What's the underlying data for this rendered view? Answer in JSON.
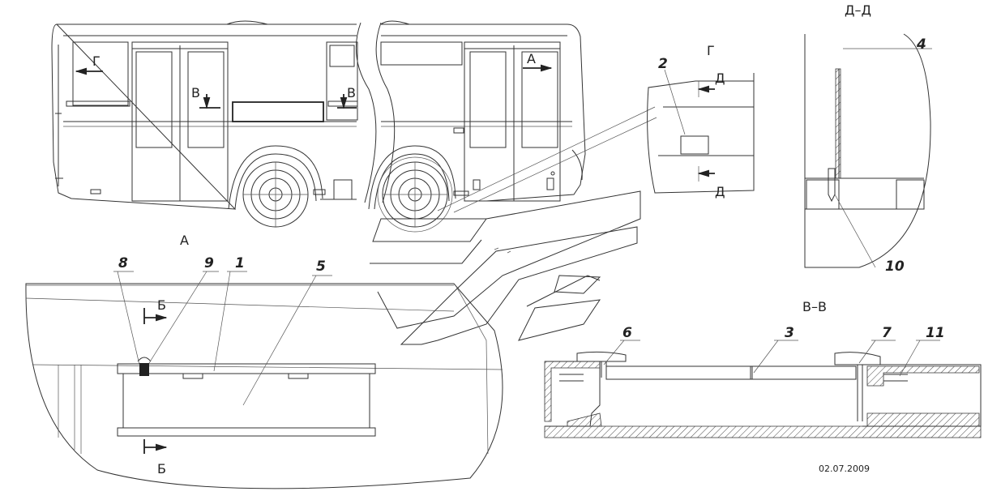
{
  "views": {
    "title_A": "А",
    "title_G": "Г",
    "title_DD": "Д–Д",
    "title_VV": "В–В"
  },
  "section_marks": {
    "g": "Г",
    "a": "А",
    "v_left": "В",
    "v_right": "В",
    "b_top": "Б",
    "b_bottom": "Б",
    "d_top": "Д",
    "d_bottom": "Д"
  },
  "callouts": {
    "n1": "1",
    "n2": "2",
    "n3": "3",
    "n4": "4",
    "n5": "5",
    "n6": "6",
    "n7": "7",
    "n8": "8",
    "n9": "9",
    "n10": "10",
    "n11": "11"
  },
  "date": "02.07.2009"
}
